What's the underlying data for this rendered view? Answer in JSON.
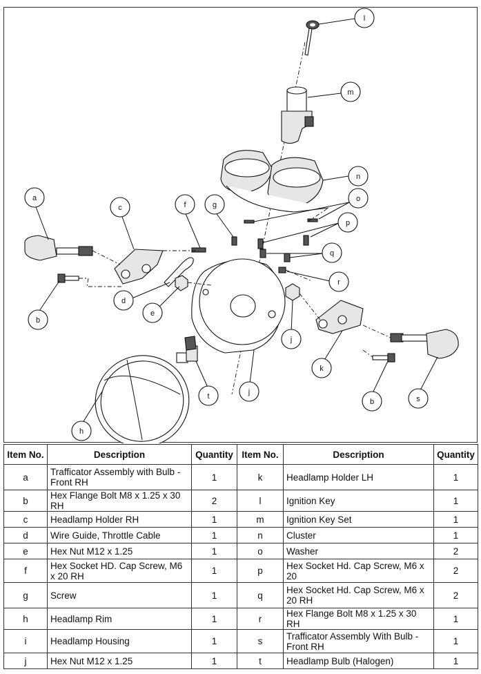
{
  "callouts": [
    {
      "id": "l",
      "label": "l"
    },
    {
      "id": "m",
      "label": "m"
    },
    {
      "id": "n",
      "label": "n"
    },
    {
      "id": "o",
      "label": "o"
    },
    {
      "id": "p",
      "label": "p"
    },
    {
      "id": "q",
      "label": "q"
    },
    {
      "id": "r",
      "label": "r"
    },
    {
      "id": "a",
      "label": "a"
    },
    {
      "id": "c",
      "label": "c"
    },
    {
      "id": "f",
      "label": "f"
    },
    {
      "id": "g",
      "label": "g"
    },
    {
      "id": "b1",
      "label": "b"
    },
    {
      "id": "d",
      "label": "d"
    },
    {
      "id": "e",
      "label": "e"
    },
    {
      "id": "j1",
      "label": "j"
    },
    {
      "id": "j2",
      "label": "j"
    },
    {
      "id": "k",
      "label": "k"
    },
    {
      "id": "t",
      "label": "t"
    },
    {
      "id": "b2",
      "label": "b"
    },
    {
      "id": "s",
      "label": "s"
    },
    {
      "id": "h",
      "label": "h"
    }
  ],
  "table": {
    "headers": [
      "Item No.",
      "Description",
      "Quantity",
      "Item No.",
      "Description",
      "Quantity"
    ],
    "rows": [
      {
        "l_item": "a",
        "l_desc": "Trafficator Assembly with Bulb - Front RH",
        "l_qty": "1",
        "r_item": "k",
        "r_desc": "Headlamp Holder LH",
        "r_qty": "1"
      },
      {
        "l_item": "b",
        "l_desc": "Hex Flange Bolt M8 x 1.25 x 30 RH",
        "l_qty": "2",
        "r_item": "l",
        "r_desc": "Ignition Key",
        "r_qty": "1"
      },
      {
        "l_item": "c",
        "l_desc": "Headlamp Holder RH",
        "l_qty": "1",
        "r_item": "m",
        "r_desc": "Ignition Key Set",
        "r_qty": "1"
      },
      {
        "l_item": "d",
        "l_desc": "Wire Guide, Throttle Cable",
        "l_qty": "1",
        "r_item": "n",
        "r_desc": "Cluster",
        "r_qty": "1"
      },
      {
        "l_item": "e",
        "l_desc": "Hex Nut M12 x 1.25",
        "l_qty": "1",
        "r_item": "o",
        "r_desc": "Washer",
        "r_qty": "2"
      },
      {
        "l_item": "f",
        "l_desc": "Hex Socket HD. Cap Screw, M6 x 20 RH",
        "l_qty": "1",
        "r_item": "p",
        "r_desc": "Hex Socket Hd. Cap Screw, M6 x 20",
        "r_qty": "2"
      },
      {
        "l_item": "g",
        "l_desc": "Screw",
        "l_qty": "1",
        "r_item": "q",
        "r_desc": "Hex Socket Hd. Cap Screw, M6 x 20 RH",
        "r_qty": "2"
      },
      {
        "l_item": "h",
        "l_desc": "Headlamp Rim",
        "l_qty": "1",
        "r_item": "r",
        "r_desc": "Hex Flange Bolt M8 x 1.25 x 30 RH",
        "r_qty": "1"
      },
      {
        "l_item": "i",
        "l_desc": "Headlamp Housing",
        "l_qty": "1",
        "r_item": "s",
        "r_desc": "Trafficator Assembly With Bulb - Front RH",
        "r_qty": "1"
      },
      {
        "l_item": "j",
        "l_desc": "Hex Nut M12 x 1.25",
        "l_qty": "1",
        "r_item": "t",
        "r_desc": "Headlamp Bulb (Halogen)",
        "r_qty": "1"
      }
    ]
  }
}
